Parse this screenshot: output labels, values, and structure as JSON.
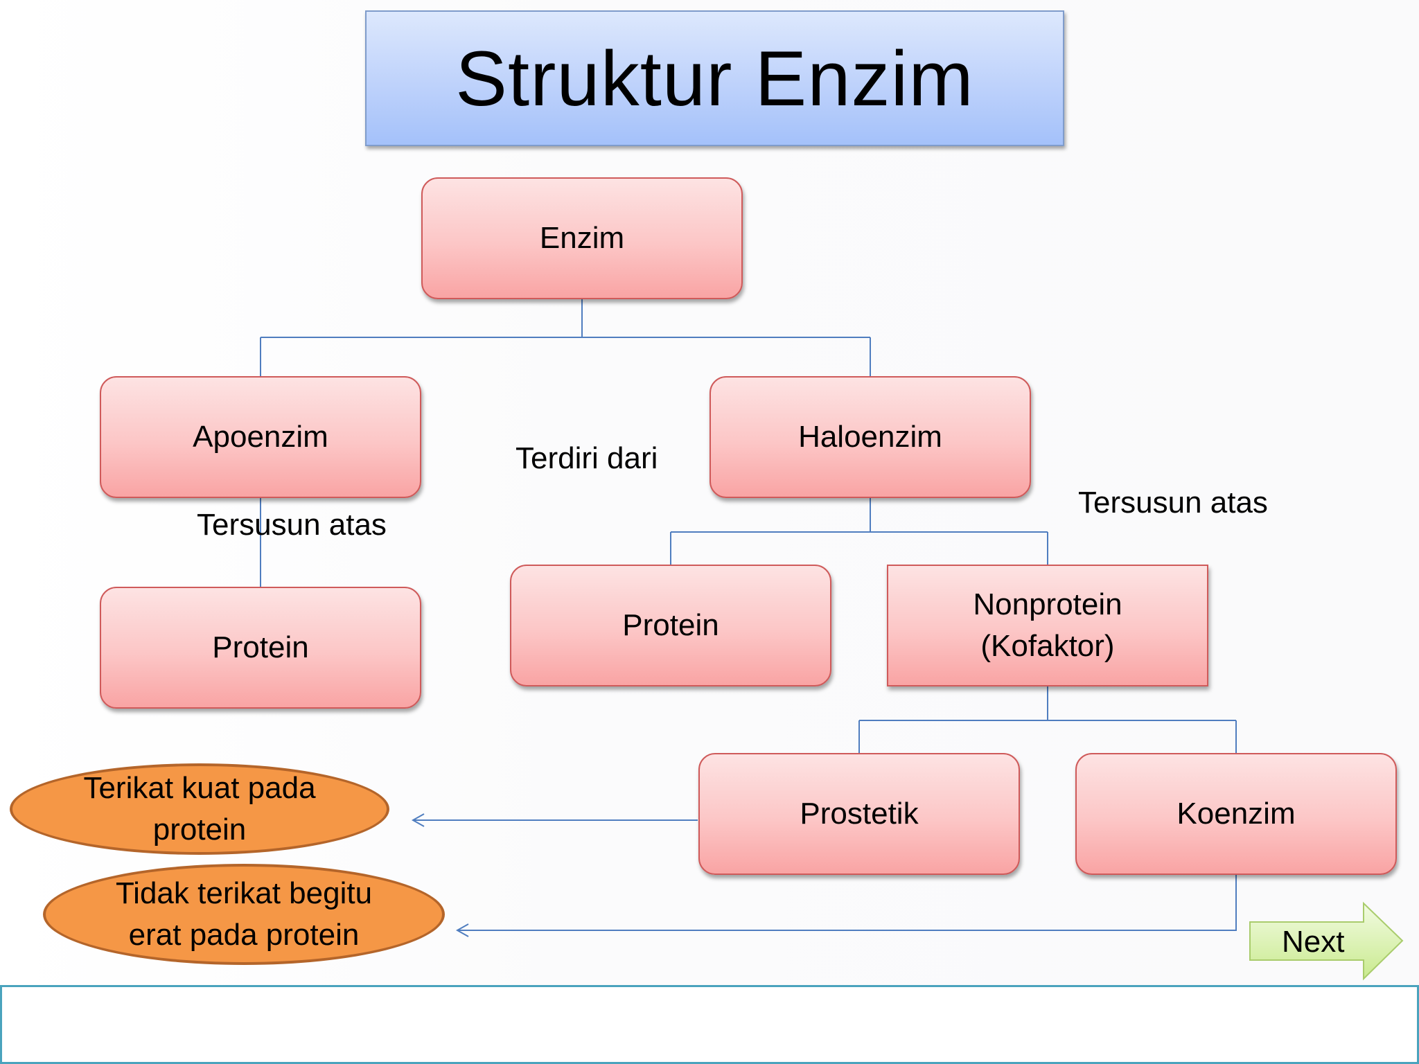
{
  "title": "Struktur Enzim",
  "nodes": {
    "enzim": "Enzim",
    "apoenzim": "Apoenzim",
    "haloenzim": "Haloenzim",
    "protein_left": "Protein",
    "protein_mid": "Protein",
    "nonprotein": "Nonprotein\n(Kofaktor)",
    "prostetik": "Prostetik",
    "koenzim": "Koenzim"
  },
  "labels": {
    "terdiri_dari": "Terdiri dari",
    "tersusun_atas_left": "Tersusun atas",
    "tersusun_atas_right": "Tersusun atas"
  },
  "notes": {
    "prostetik_note": "Terikat kuat pada\nprotein",
    "koenzim_note": "Tidak terikat begitu\nerat pada protein"
  },
  "navigation": {
    "next_label": "Next"
  },
  "colors": {
    "title_fill": "#a4c1fa",
    "node_fill": "#fcc6c6",
    "node_border": "#cf5a5a",
    "note_fill": "#f59746",
    "connector": "#4f7dbf",
    "next_fill": "#d7f0a8",
    "footer_border": "#4aa3bd"
  }
}
